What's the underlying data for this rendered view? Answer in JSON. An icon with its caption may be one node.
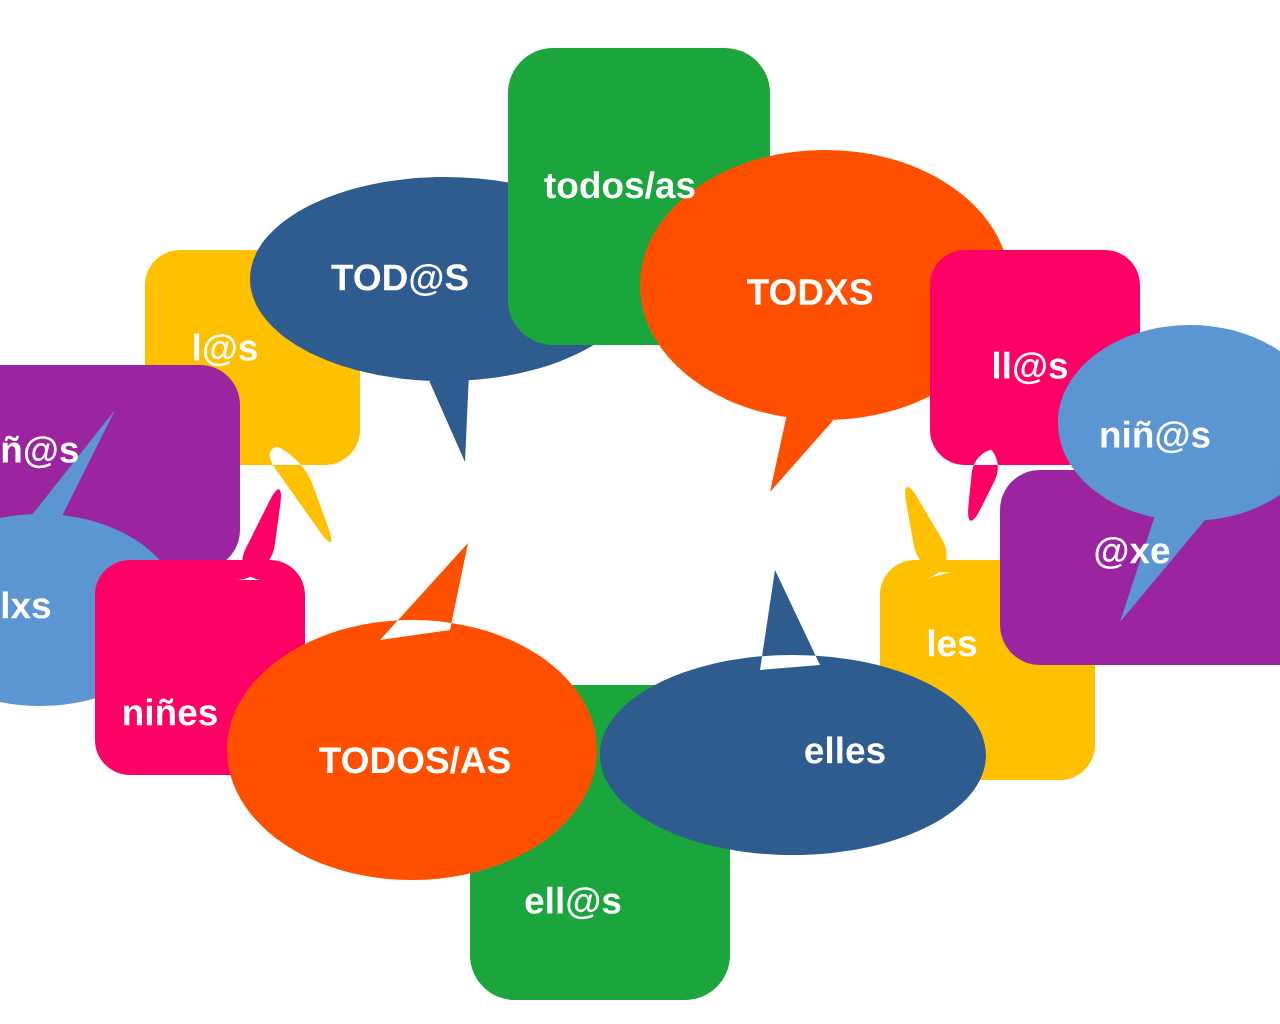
{
  "diagram": {
    "nodes": [
      {
        "text": [
          "todos/as"
        ]
      },
      {
        "text": [
          "TOD@S"
        ]
      },
      {
        "text": [
          "TODXS"
        ]
      },
      {
        "text": [
          "l@s"
        ]
      },
      {
        "text": [
          "ll@s"
        ]
      },
      {
        "text": [
          "niñ@s"
        ]
      },
      {
        "text": [
          "ñ@s"
        ]
      },
      {
        "text": [
          "@xe"
        ]
      },
      {
        "text": [
          "lxs"
        ]
      },
      {
        "text": [
          "les"
        ]
      },
      {
        "text": [
          "niñes"
        ]
      },
      {
        "text": [
          "TODOS/AS"
        ]
      },
      {
        "text": [
          "elles"
        ]
      },
      {
        "text": [
          "ell@s"
        ]
      }
    ]
  }
}
